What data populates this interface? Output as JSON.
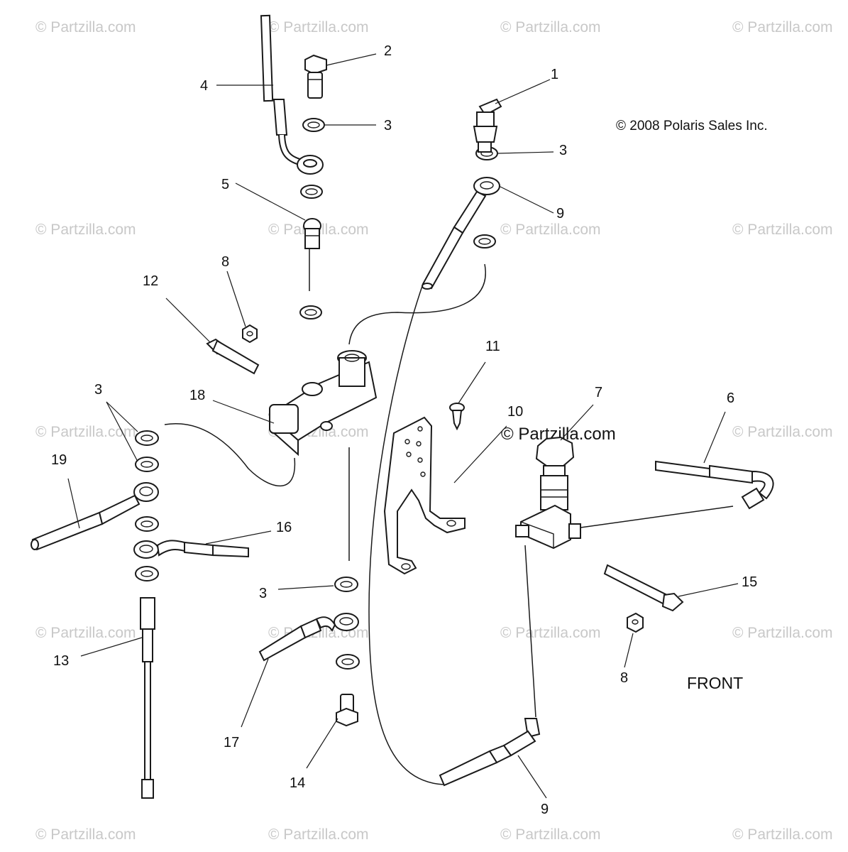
{
  "copyright": "© 2008 Polaris Sales Inc.",
  "orientation_label": "FRONT",
  "watermark_text": "© Partzilla.com",
  "callouts": [
    "1",
    "2",
    "3",
    "3",
    "3",
    "3",
    "4",
    "5",
    "6",
    "7",
    "8",
    "8",
    "9",
    "9",
    "10",
    "11",
    "12",
    "13",
    "14",
    "15",
    "16",
    "17",
    "18",
    "19"
  ],
  "colors": {
    "line": "#1a1a1a",
    "watermark": "#c8c8c8",
    "background": "#ffffff"
  }
}
